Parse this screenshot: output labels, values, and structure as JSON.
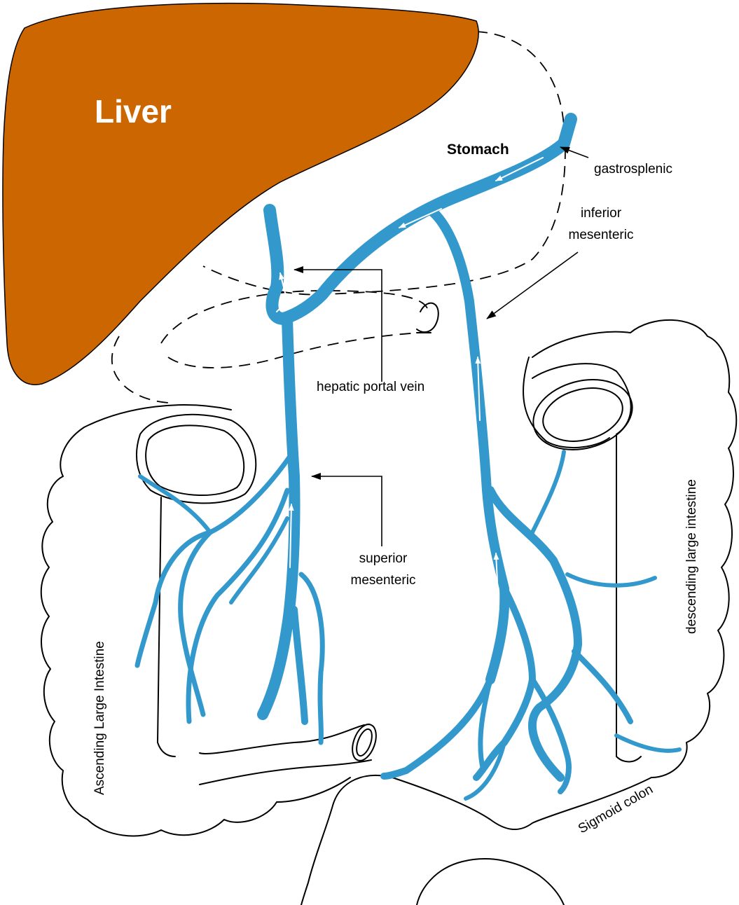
{
  "labels": {
    "liver": "Liver",
    "stomach": "Stomach",
    "gastrosplenic": "gastrosplenic",
    "inferior_mesenteric_line1": "inferior",
    "inferior_mesenteric_line2": "mesenteric",
    "hepatic_portal_vein": "hepatic portal vein",
    "superior_mesenteric_line1": "superior",
    "superior_mesenteric_line2": "mesenteric",
    "ascending_large_intestine": "Ascending Large Intestine",
    "descending_large_intestine": "descending large intestine",
    "sigmoid_colon": "Sigmoid colon"
  },
  "colors": {
    "liver": "#cc6600",
    "vein": "#3399cc",
    "outline": "#000000",
    "background": "#ffffff"
  }
}
